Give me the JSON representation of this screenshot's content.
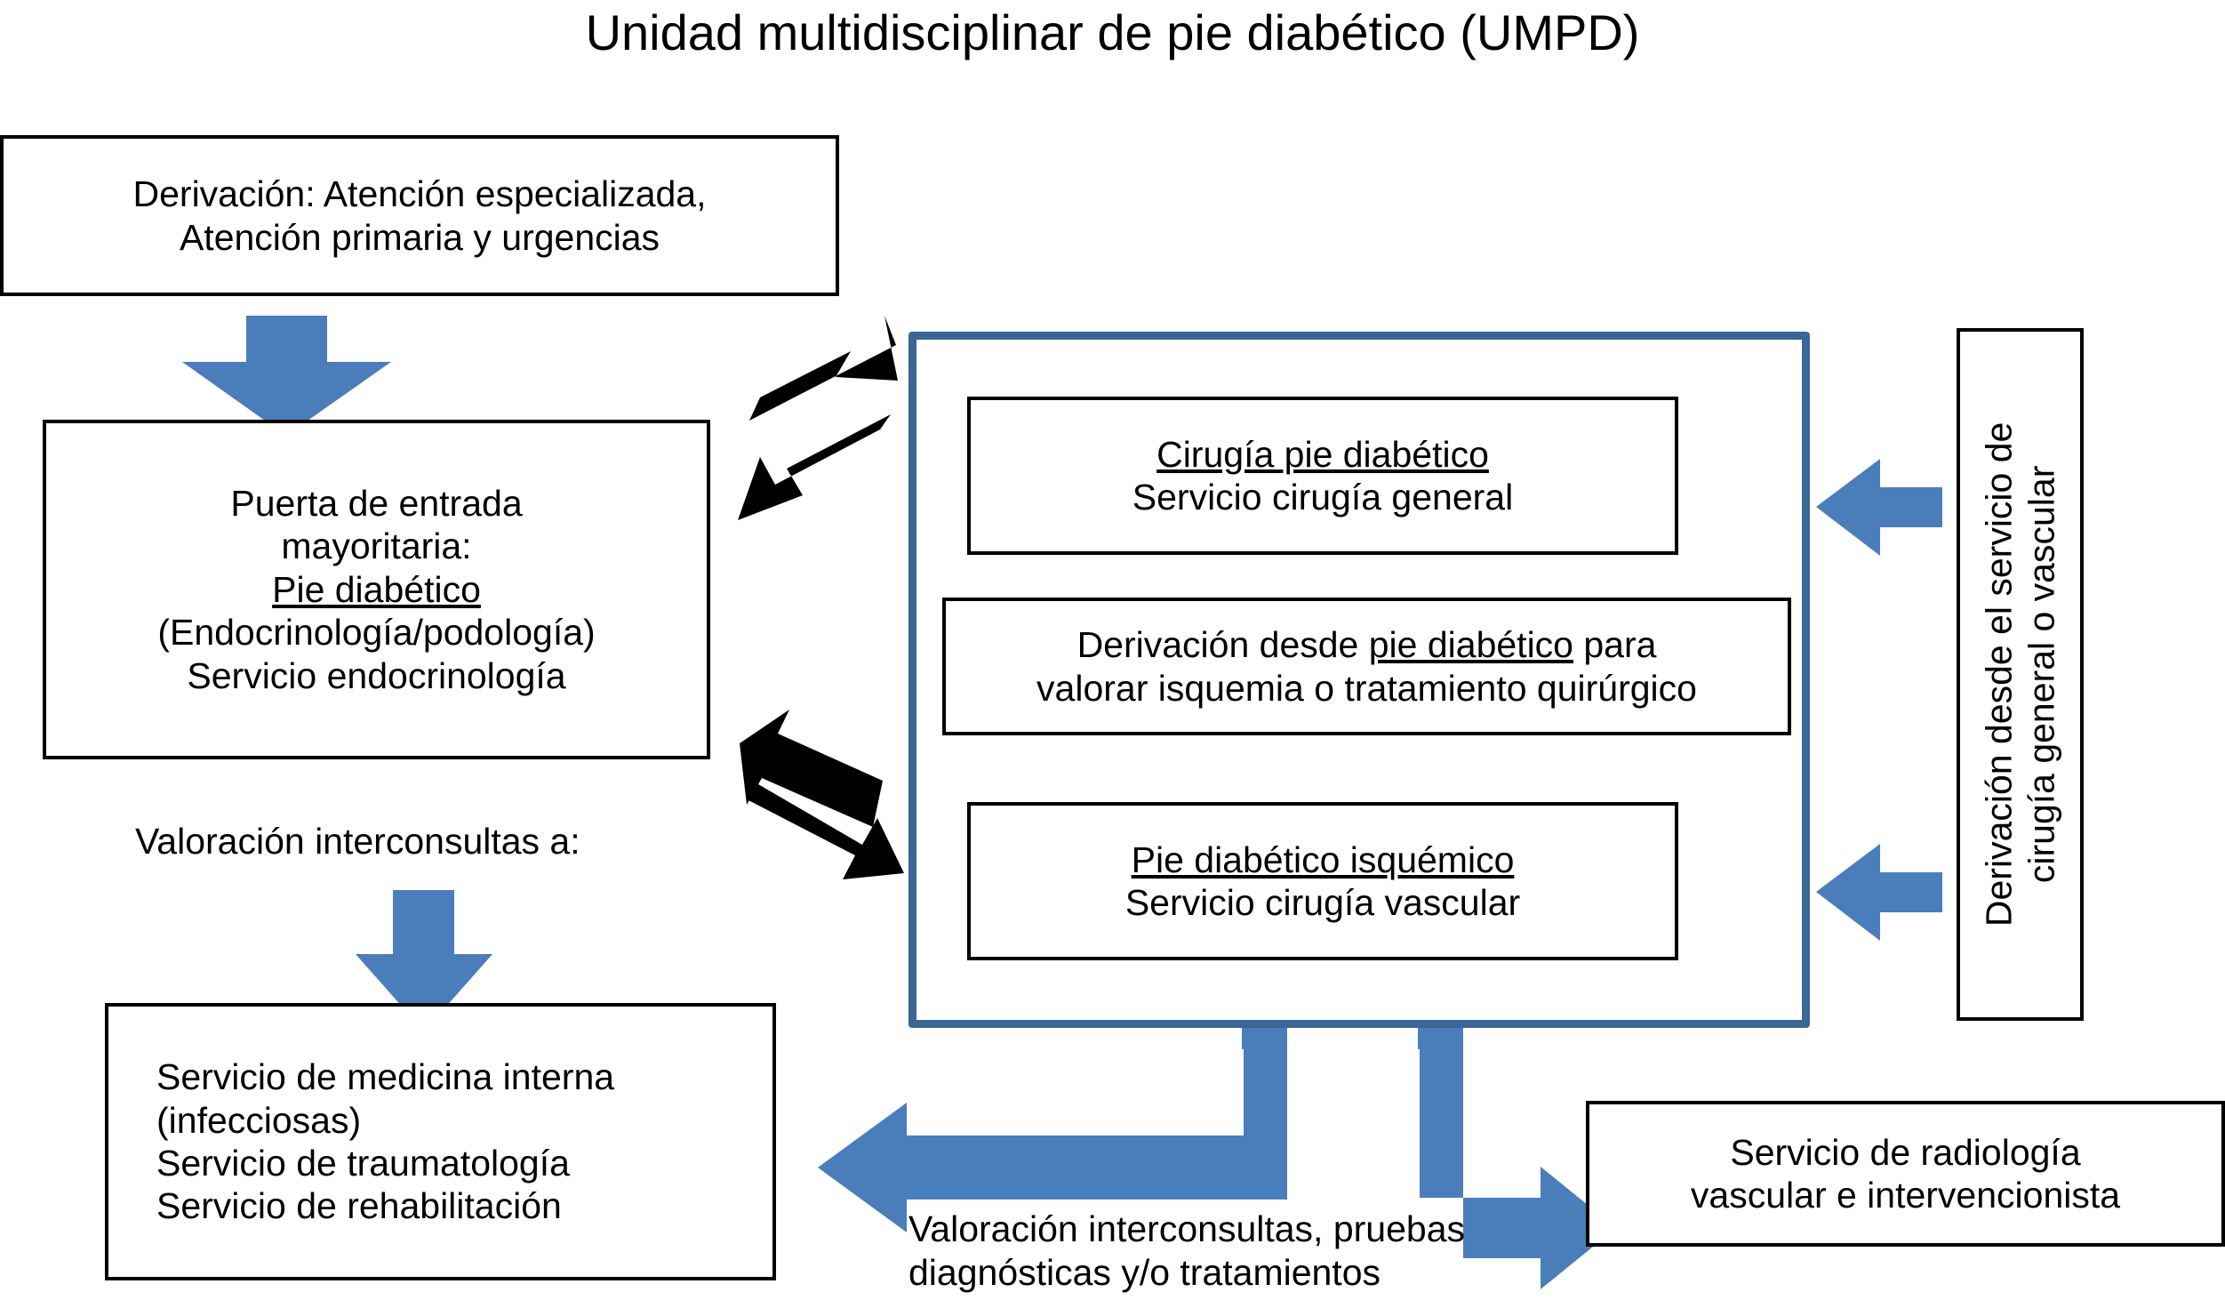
{
  "title": "Unidad multidisciplinar de pie diabético (UMPD)",
  "colors": {
    "arrow_blue": "#4A7EBB",
    "container_border_blue": "#3A6795",
    "box_border": "#000000",
    "text": "#000000",
    "background": "#FFFFFF"
  },
  "boxes": {
    "derivacion_entrada": {
      "lines": [
        "Derivación: Atención especializada,",
        "Atención primaria y urgencias"
      ]
    },
    "puerta_entrada": {
      "lines": [
        {
          "text": "Puerta de entrada",
          "underline": false
        },
        {
          "text": "mayoritaria:",
          "underline": false
        },
        {
          "text": "Pie diabético",
          "underline": true
        },
        {
          "text": "(Endocrinología/podología)",
          "underline": false
        },
        {
          "text": "Servicio endocrinología",
          "underline": false
        }
      ]
    },
    "interconsultas_destino": {
      "lines": [
        "Servicio de medicina interna",
        "(infecciosas)",
        "Servicio de traumatología",
        "Servicio de rehabilitación"
      ]
    },
    "cirugia_pie": {
      "lines": [
        {
          "text": "Cirugía pie diabético",
          "underline": true
        },
        {
          "text": "Servicio cirugía general",
          "underline": false
        }
      ]
    },
    "derivacion_valorar": {
      "pre": "Derivación desde ",
      "underlined": "pie diabético",
      "post": " para",
      "line2": "valorar isquemia o tratamiento quirúrgico"
    },
    "pie_isquemico": {
      "lines": [
        {
          "text": "Pie diabético isquémico",
          "underline": true
        },
        {
          "text": "Servicio cirugía vascular",
          "underline": false
        }
      ]
    },
    "derivacion_lateral": {
      "lines": [
        "Derivación desde el servicio de",
        "cirugía general o vascular"
      ]
    },
    "radiologia": {
      "lines": [
        "Servicio de radiología",
        "vascular e intervencionista"
      ]
    }
  },
  "labels": {
    "valoracion_interconsultas_a": "Valoración interconsultas a:",
    "valoracion_pruebas": [
      "Valoración interconsultas, pruebas",
      "diagnósticas y/o tratamientos"
    ]
  }
}
